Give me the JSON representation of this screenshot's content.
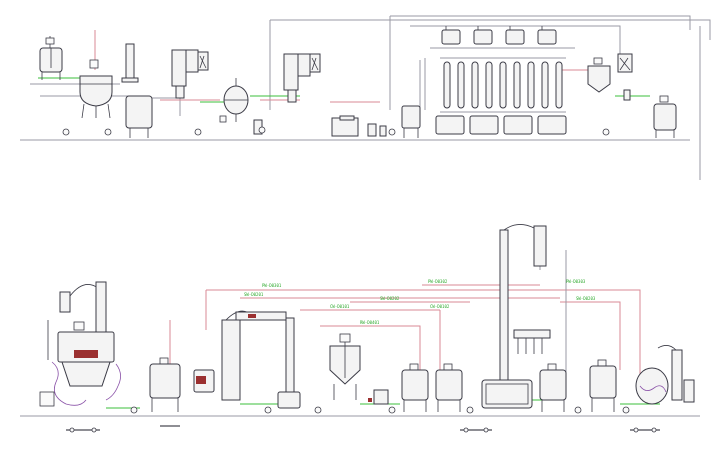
{
  "diagram": {
    "kind": "process flow diagram",
    "line_colors": {
      "equipment": "#3b3b46",
      "pipeline_gray": "#9a9aa4",
      "pipeline_pink": "#d98a96",
      "pipeline_green": "#3bbf3b",
      "heating_coil_purple": "#8a52a8",
      "heat_exchanger_maroon": "#9b3030"
    },
    "top_line": {
      "equipment": [
        "mixing-tank",
        "jacketed-reactor",
        "distillation-column-small",
        "storage-tank",
        "evaporator-1",
        "feed-tank",
        "flash-tank",
        "evaporator-2",
        "tank",
        "filter-press",
        "holding-tank",
        "tube-bank",
        "buffer-tank",
        "crystallizer",
        "final-tank"
      ]
    },
    "bottom_line": {
      "equipment": [
        "reflux-reactor",
        "holding-tank",
        "evaporator",
        "jacketed-vessel",
        "holding-tank-2",
        "holding-tank-3",
        "absorption-tower",
        "holding-tank-4",
        "holding-tank-5",
        "evaporator-final"
      ]
    }
  }
}
